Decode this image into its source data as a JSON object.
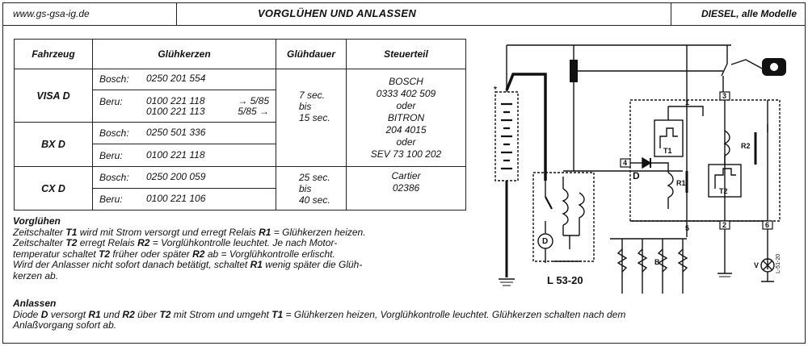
{
  "header": {
    "site": "www.gs-gsa-ig.de",
    "title": "VORGLÜHEN UND ANLASSEN",
    "model": "DIESEL, alle Modelle"
  },
  "table": {
    "headers": [
      "Fahrzeug",
      "Glühkerzen",
      "Glühdauer",
      "Steuerteil"
    ],
    "visa": {
      "vehicle": "VISA D",
      "bosch_label": "Bosch:",
      "bosch_num": "0250 201 554",
      "beru_label": "Beru:",
      "beru_num1": "0100 221 118",
      "beru_num2": "0100 221 113",
      "beru_note1": "→ 5/85",
      "beru_note2": "5/85 →"
    },
    "bx": {
      "vehicle": "BX D",
      "bosch_label": "Bosch:",
      "bosch_num": "0250 501 336",
      "beru_label": "Beru:",
      "beru_num": "0100 221 118"
    },
    "cx": {
      "vehicle": "CX D",
      "bosch_label": "Bosch:",
      "bosch_num": "0250 200 059",
      "beru_label": "Beru:",
      "beru_num": "0100 221 106"
    },
    "duration1": [
      "7 sec.",
      "bis",
      "15 sec."
    ],
    "duration2": [
      "25 sec.",
      "bis",
      "40 sec."
    ],
    "control1": [
      "BOSCH",
      "0333 402 509",
      "oder",
      "BITRON",
      "204 4015",
      "oder",
      "SEV 73 100 202"
    ],
    "control2": [
      "Cartier",
      "02386"
    ]
  },
  "vorgluehen": {
    "heading": "Vorglühen",
    "l1a": "Zeitschalter ",
    "l1b": "T1",
    "l1c": " wird mit Strom versorgt und erregt Relais ",
    "l1d": "R1",
    "l1e": " = Glühkerzen heizen.",
    "l2a": "Zeitschalter ",
    "l2b": "T2",
    "l2c": " erregt Relais ",
    "l2d": "R2",
    "l2e": " = Vorglühkontrolle leuchtet. Je nach Motor-",
    "l3a": "temperatur schaltet ",
    "l3b": "T2",
    "l3c": " früher oder später ",
    "l3d": "R2",
    "l3e": " ab = Vorglühkontrolle erlischt.",
    "l4a": "Wird der Anlasser nicht sofort danach betätigt, schaltet ",
    "l4b": "R1",
    "l4c": " wenig später die Glüh-",
    "l5": "kerzen ab."
  },
  "anlassen": {
    "heading": "Anlassen",
    "l1a": "Diode ",
    "l1b": "D",
    "l1c": " versorgt ",
    "l1d": "R1",
    "l1e": " und ",
    "l1f": "R2",
    "l1g": " über ",
    "l1h": "T2",
    "l1i": " mit Strom und umgeht ",
    "l1j": "T1",
    "l1k": " = Glühkerzen heizen, Vorglühkontrolle leuchtet. Glühkerzen schalten nach dem",
    "l2": "Anlaßvorgang sofort ab."
  },
  "diagram": {
    "starter_label": "L 53-20",
    "motor": "D",
    "diode": "D",
    "t1": "T1",
    "t2": "T2",
    "r1": "R1",
    "r2": "R2",
    "b": "B",
    "v": "V",
    "term1": "1",
    "term3": "3",
    "term4": "4",
    "term5": "5",
    "term2": "2",
    "term6": "6",
    "lamp_code": "L-51-20",
    "star": "*"
  }
}
